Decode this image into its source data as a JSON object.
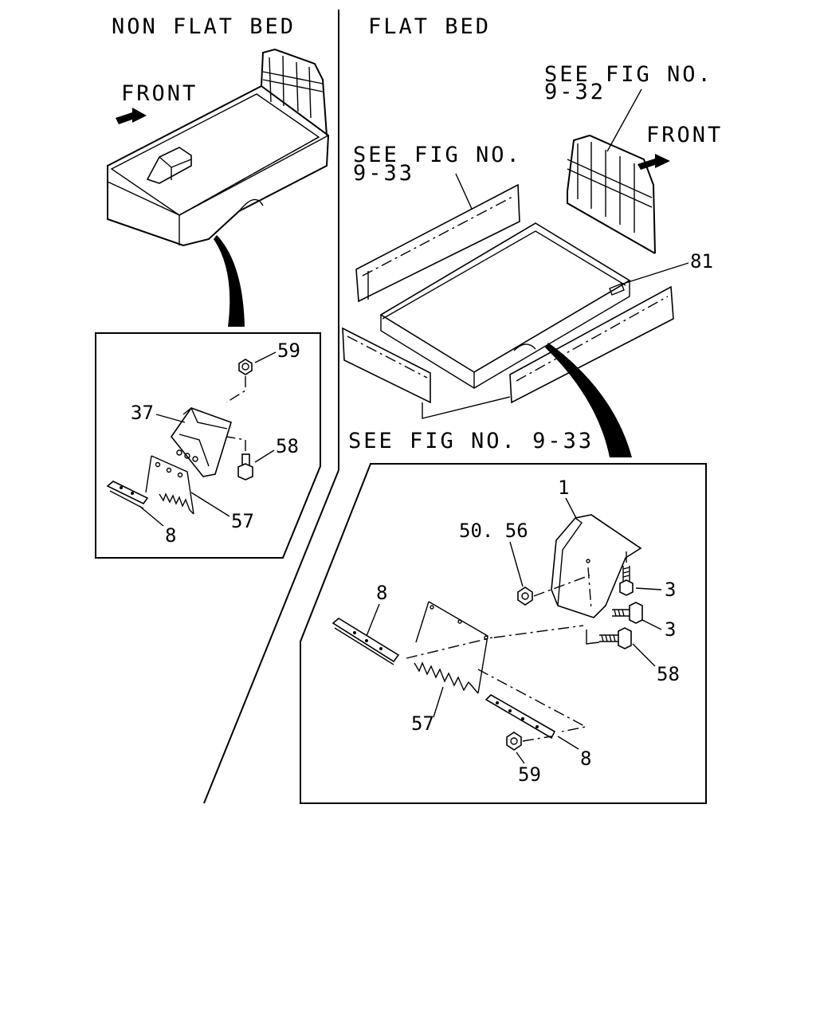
{
  "sections": {
    "non_flat_bed": "NON FLAT BED",
    "flat_bed": "FLAT BED"
  },
  "front_label_left": "FRONT",
  "front_label_right": "FRONT",
  "references": {
    "see_9_32_line1": "SEE FIG NO.",
    "see_9_32_line2": "9-32",
    "see_9_33_line1": "SEE FIG NO.",
    "see_9_33_line2": "9-33",
    "see_9_33_single": "SEE FIG NO. 9-33"
  },
  "callouts_left": {
    "c59": "59",
    "c37": "37",
    "c58": "58",
    "c57": "57",
    "c8": "8"
  },
  "callouts_right": {
    "c81": "81",
    "c1": "1",
    "c50_56": "50. 56",
    "c3a": "3",
    "c3b": "3",
    "c58": "58",
    "c8a": "8",
    "c57": "57",
    "c8b": "8",
    "c59": "59"
  }
}
